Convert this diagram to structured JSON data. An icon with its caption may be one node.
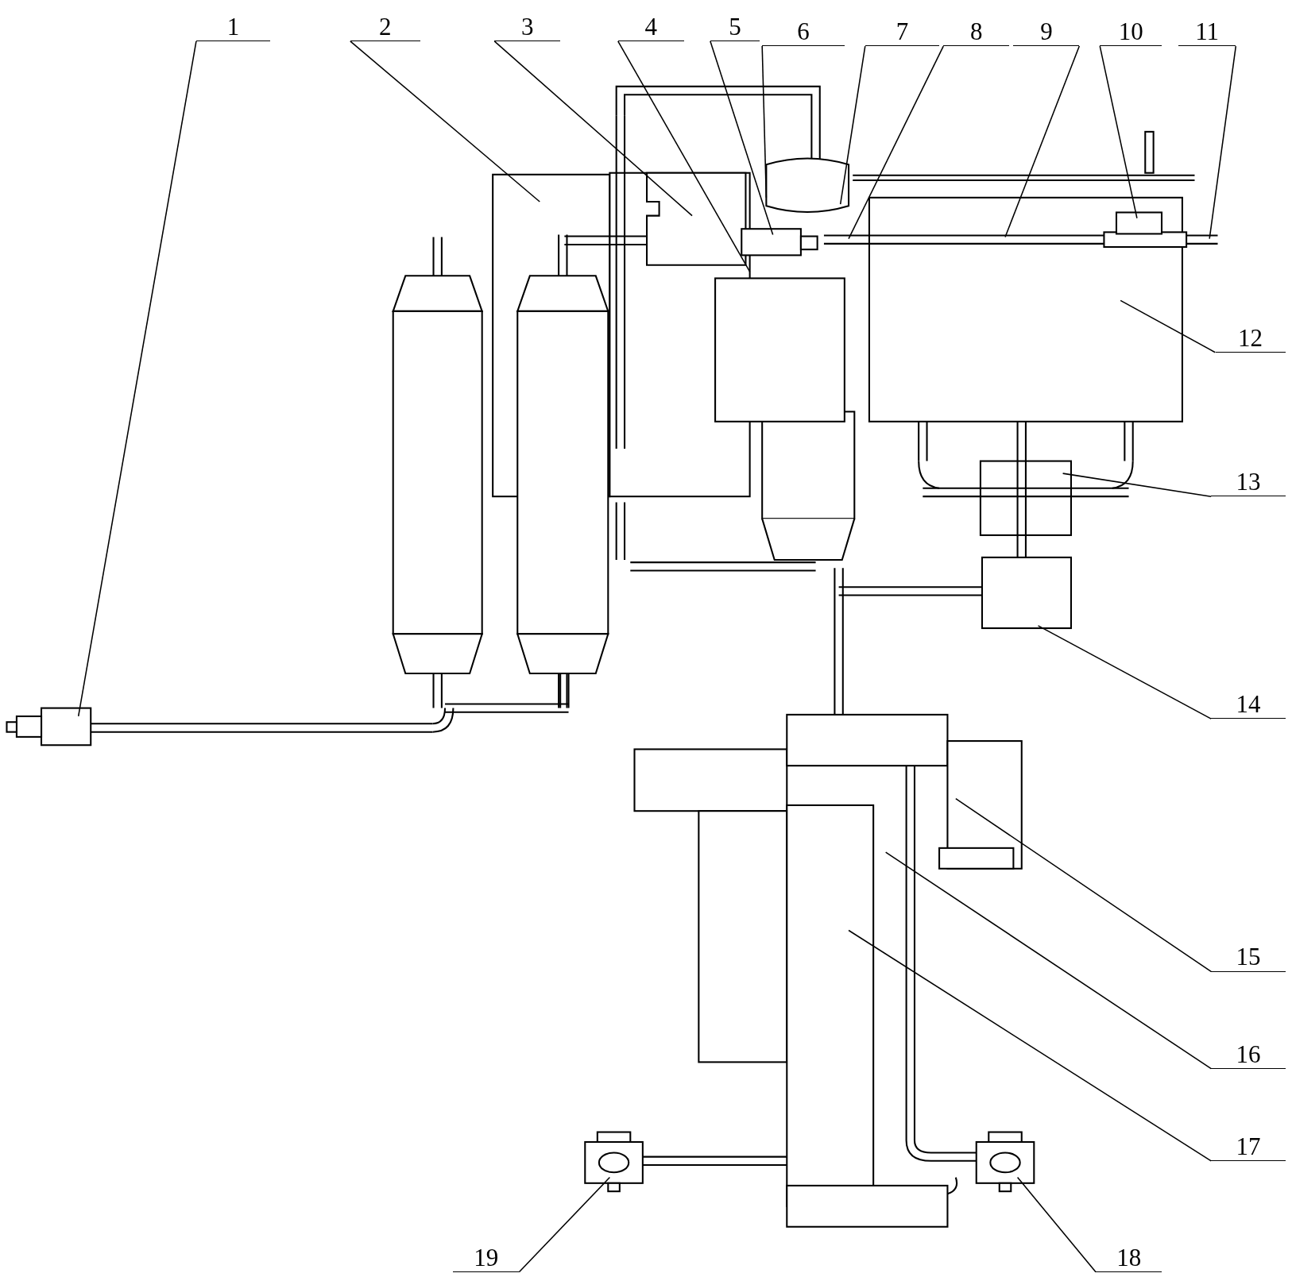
{
  "diagram": {
    "nodes": [
      {
        "text": [
          "1"
        ]
      },
      {
        "text": [
          "2"
        ]
      },
      {
        "text": [
          "3"
        ]
      },
      {
        "text": [
          "4"
        ]
      },
      {
        "text": [
          "5"
        ]
      },
      {
        "text": [
          "6"
        ]
      },
      {
        "text": [
          "7"
        ]
      },
      {
        "text": [
          "8"
        ]
      },
      {
        "text": [
          "9"
        ]
      },
      {
        "text": [
          "10"
        ]
      },
      {
        "text": [
          "11"
        ]
      },
      {
        "text": [
          "12"
        ]
      },
      {
        "text": [
          "13"
        ]
      },
      {
        "text": [
          "14"
        ]
      },
      {
        "text": [
          "15"
        ]
      },
      {
        "text": [
          "16"
        ]
      },
      {
        "text": [
          "17"
        ]
      },
      {
        "text": [
          "18"
        ]
      },
      {
        "text": [
          "19"
        ]
      }
    ],
    "edges": [
      {
        "from": 0,
        "to": null,
        "arrow": "none"
      },
      {
        "from": 1,
        "to": null,
        "arrow": "none"
      },
      {
        "from": 2,
        "to": null,
        "arrow": "none"
      },
      {
        "from": 3,
        "to": null,
        "arrow": "none"
      },
      {
        "from": 4,
        "to": null,
        "arrow": "none"
      },
      {
        "from": 5,
        "to": null,
        "arrow": "none"
      },
      {
        "from": 6,
        "to": null,
        "arrow": "none"
      },
      {
        "from": 7,
        "to": null,
        "arrow": "none"
      },
      {
        "from": 8,
        "to": null,
        "arrow": "none"
      },
      {
        "from": 9,
        "to": null,
        "arrow": "none"
      },
      {
        "from": 10,
        "to": null,
        "arrow": "none"
      },
      {
        "from": 11,
        "to": null,
        "arrow": "none"
      },
      {
        "from": 12,
        "to": null,
        "arrow": "none"
      },
      {
        "from": 13,
        "to": null,
        "arrow": "none"
      },
      {
        "from": 14,
        "to": null,
        "arrow": "none"
      },
      {
        "from": 15,
        "to": null,
        "arrow": "none"
      },
      {
        "from": 16,
        "to": null,
        "arrow": "none"
      },
      {
        "from": 17,
        "to": null,
        "arrow": "none"
      },
      {
        "from": 18,
        "to": null,
        "arrow": "none"
      }
    ]
  }
}
